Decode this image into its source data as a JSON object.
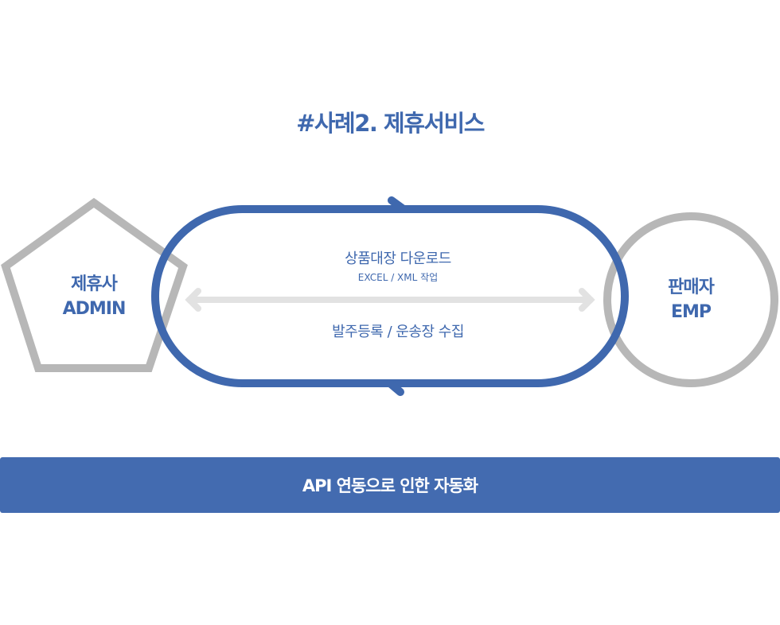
{
  "title": "#사례2. 제휴서비스",
  "left_node": {
    "line1": "제휴사",
    "line2": "ADMIN"
  },
  "right_node": {
    "line1": "판매자",
    "line2": "EMP"
  },
  "flow_top": {
    "label": "상품대장 다운로드",
    "sublabel": "EXCEL /  XML 작업"
  },
  "flow_bottom": {
    "label": "발주등록 /  운송장 수집"
  },
  "banner": {
    "label": "API 연동으로 인한 자동화"
  },
  "colors": {
    "blue": "#3f68ae",
    "gray": "#b7b7b7",
    "light_gray": "#e2e2e2"
  }
}
